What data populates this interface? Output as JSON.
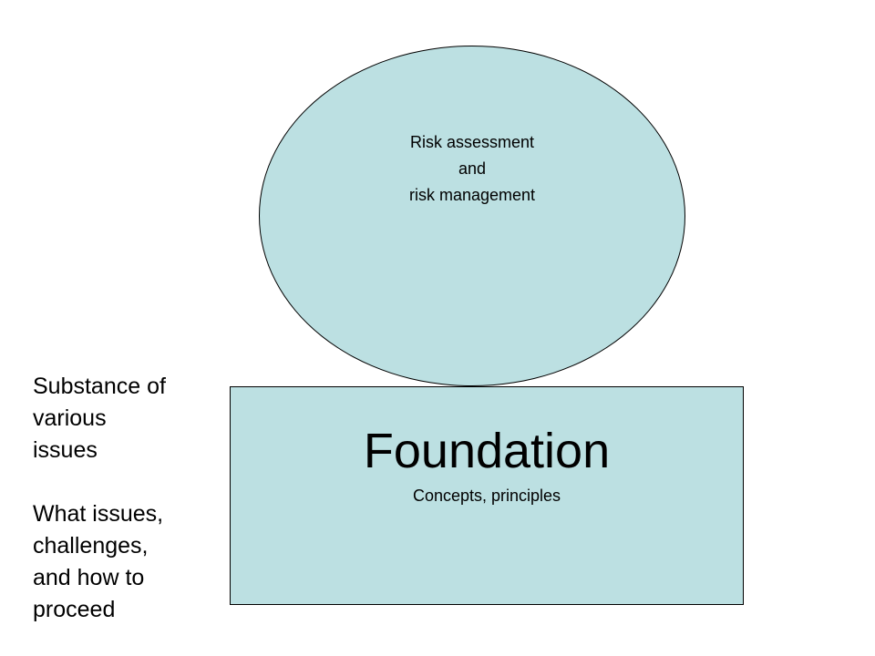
{
  "colors": {
    "shape_fill": "#bce0e2",
    "outline": "#000000",
    "background": "#ffffff"
  },
  "ellipse": {
    "lines": [
      "Risk assessment",
      "and",
      "risk management"
    ]
  },
  "foundation": {
    "title": "Foundation",
    "subtitle": "Concepts, principles"
  },
  "side_text": {
    "block1": [
      "Substance of",
      "various",
      "issues"
    ],
    "block2": [
      "What issues,",
      "challenges,",
      "and how to",
      "proceed"
    ]
  }
}
